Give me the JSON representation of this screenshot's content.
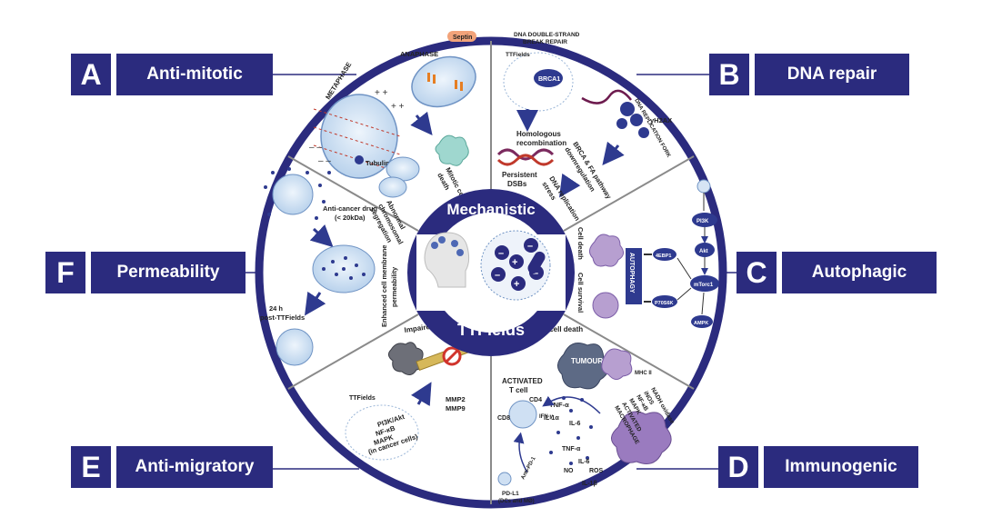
{
  "center": {
    "title_top_line1": "Mechanistic",
    "title_top_line2": "basis of",
    "title_bottom": "TTFields"
  },
  "labels": [
    {
      "letter": "A",
      "text": "Anti-mitotic"
    },
    {
      "letter": "B",
      "text": "DNA repair"
    },
    {
      "letter": "C",
      "text": "Autophagic"
    },
    {
      "letter": "D",
      "text": "Immunogenic"
    },
    {
      "letter": "E",
      "text": "Anti-migratory"
    },
    {
      "letter": "F",
      "text": "Permeability"
    }
  ],
  "sectorA": {
    "metaphase": "METAPHASE",
    "anaphase": "ANAPHASE",
    "septin": "Septin",
    "tubulin": "Tubulin dimer",
    "abnormal_l1": "Abnormal",
    "abnormal_l2": "chromosomal",
    "abnormal_l3": "segregation",
    "mitotic_l1": "Mitotic cell",
    "mitotic_l2": "death"
  },
  "sectorB": {
    "dsb_l1": "DNA DOUBLE-STRAND",
    "dsb_l2": "BREAK REPAIR",
    "ttfields": "TTFields",
    "brca1": "BRCA1",
    "fork": "DNA REPLICATION FORK",
    "h2ax": "γH2AX",
    "hr_l1": "Homologous",
    "hr_l2": "recombination",
    "persistent_l1": "Persistent",
    "persistent_l2": "DSBs",
    "brca_fa_l1": "BRCA & FA pathway",
    "brca_fa_l2": "downregulation",
    "stress_l1": "DNA replication",
    "stress_l2": "stress"
  },
  "sectorC": {
    "pi3k": "PI3K",
    "akt": "Akt",
    "mtorc1": "mTorc1",
    "ampk": "AMPK",
    "ebp1": "4EBP1",
    "p70s6k": "P70S6K",
    "autophagy": "AUTOPHAGY",
    "cell_death": "Cell death",
    "cell_survival": "Cell survival"
  },
  "sectorD": {
    "title": "Immunogenic cell death",
    "tumour": "TUMOUR",
    "activated_t_l1": "ACTIVATED",
    "activated_t_l2": "T cell",
    "cd4": "CD4",
    "cd8": "CD8",
    "ifn": "IFN-γ",
    "tnf": "TNF-α",
    "il1a": "IL-1α",
    "il6": "IL-6",
    "tnf2": "TNF-α",
    "il6b": "IL-6",
    "ros": "ROS",
    "no": "NO",
    "il1b": "IL-1β",
    "pd1": "Anti-PD-1",
    "pdl1_l1": "PD-L1",
    "pdl1_l2": "(DCs and MØ)",
    "mac_l1": "NADH oxidase",
    "mac_l2": "iNOS",
    "mac_l3": "NF-κB",
    "mac_l4": "MAPK",
    "mac_l5": "ACTIVATED",
    "mac_l6": "MACROPHAGE",
    "mhc": "MHC II"
  },
  "sectorE": {
    "title": "Impaired cancer cell migration",
    "ttfields": "TTFields",
    "mmp2": "MMP2",
    "mmp9": "MMP9",
    "path_l1": "PI3K/Akt",
    "path_l2": "NF-κB",
    "path_l3": "MAPK",
    "path_l4": "(in cancer cells)"
  },
  "sectorF": {
    "drug_l1": "Anti-cancer drug",
    "drug_l2": "(< 20kDa)",
    "post_l1": "24 h",
    "post_l2": "post-TTFields",
    "enh_l1": "Enhanced cell membrane",
    "enh_l2": "permeability"
  },
  "colors": {
    "navy": "#2b2b7e",
    "blue": "#2e3a8f",
    "light_blue": "#cfe0f3",
    "divider": "#8a8a8a"
  }
}
